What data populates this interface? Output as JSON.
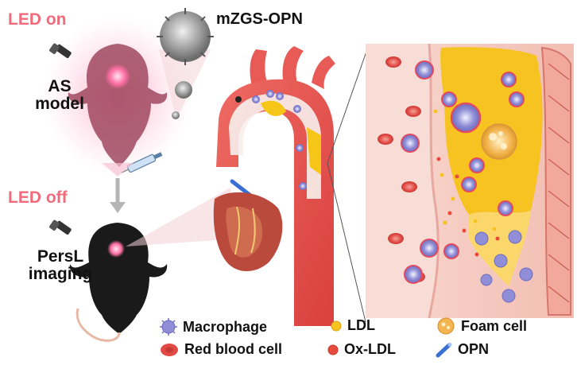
{
  "labels": {
    "led_on": "LED on",
    "led_off": "LED off",
    "as_model_line1": "AS",
    "as_model_line2": "model",
    "persl_line1": "PersL",
    "persl_line2": "imaging",
    "probe": "mZGS-OPN"
  },
  "legend": [
    {
      "label": "Macrophage",
      "icon": "macrophage-icon"
    },
    {
      "label": "LDL",
      "icon": "ldl-icon"
    },
    {
      "label": "Foam cell",
      "icon": "foam-cell-icon"
    },
    {
      "label": "Red blood cell",
      "icon": "red-blood-cell-icon"
    },
    {
      "label": "Ox-LDL",
      "icon": "ox-ldl-icon"
    },
    {
      "label": "OPN",
      "icon": "opn-icon"
    }
  ],
  "colors": {
    "led_text": "#f06b7b",
    "artery": "#e8524f",
    "plaque": "#f5c518",
    "vessel_wall": "#f4c8c0",
    "mouse_glow": "#f58fae",
    "mouse_dark": "#1a1a1a"
  }
}
